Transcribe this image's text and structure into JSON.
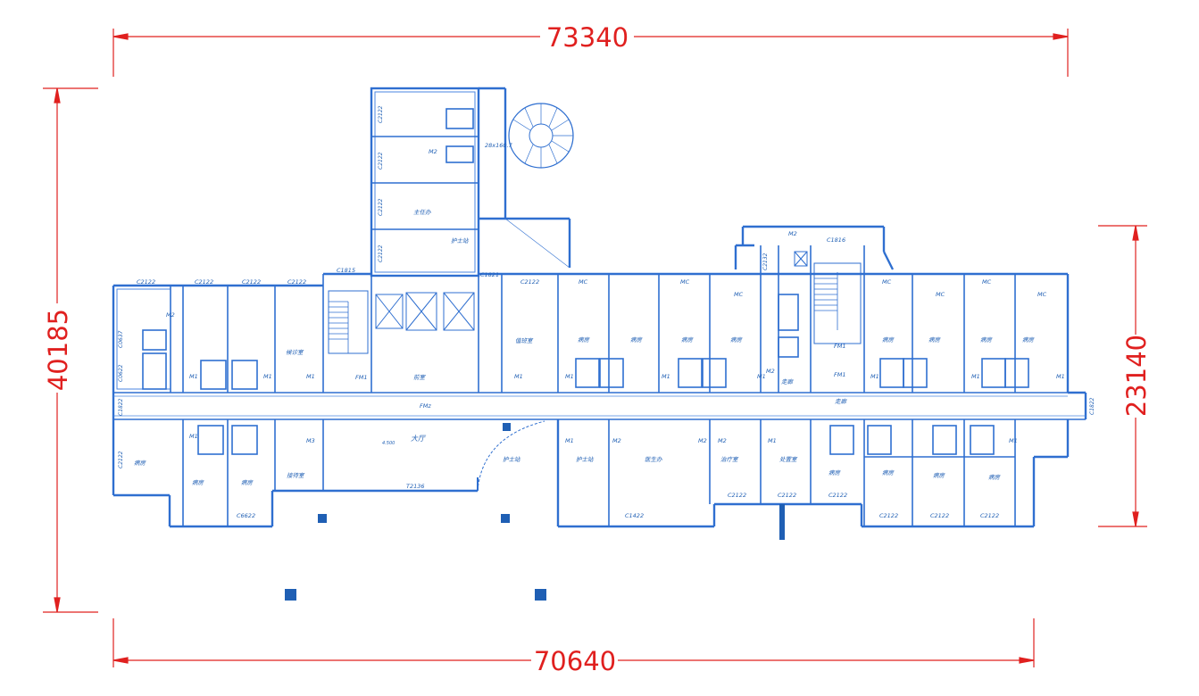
{
  "dimensions": {
    "top_width": "73340",
    "bottom_width": "70640",
    "left_height": "40185",
    "right_height": "23140"
  },
  "colors": {
    "dimension_line": "#e0201f",
    "wall": "#2f6fd0",
    "pillar": "#1f5fb4"
  },
  "labels": {
    "stair_spiral": "28x160.7",
    "window_upper_1": "C2122",
    "window_upper_2": "C2122",
    "window_upper_3": "C2122",
    "window_upper_4": "C2122",
    "window_upper_5": "C1815",
    "window_upper_6": "C2122",
    "window_upper_7": "C1821",
    "window_upper_8": "C2132",
    "window_upper_9": "C1816",
    "window_right": "C1822",
    "window_left_1": "C1822",
    "window_left_2": "C2122",
    "window_left_3": "C0622",
    "window_left_4": "C0637",
    "window_bottom_1": "C6622",
    "window_bottom_2": "C1422",
    "window_bottom_3": "C2122",
    "window_bottom_4": "C2122",
    "window_bottom_5": "C2122",
    "window_bottom_6": "C2122",
    "window_bottom_7": "C2122",
    "window_bottom_8": "C2122",
    "window_north_1": "C2122",
    "window_north_2": "C2122",
    "window_north_3": "C2122",
    "window_north_4": "C2122",
    "door_fm_1": "FM1",
    "door_fm_2": "FM1",
    "door_fm_3": "FM1",
    "door_fmz": "FMz",
    "door_t": "T2136",
    "lobby": "大厅",
    "lobby_elev": "4.500",
    "nurse_station": "护士站",
    "nurse_station_2": "护士站",
    "office": "主任办",
    "doctor_office": "医生办",
    "treatment": "治疗室",
    "disposal": "处置室",
    "duty": "值班室",
    "ward": "病房",
    "reception": "接待室",
    "waiting": "候诊室",
    "hall_north": "前室",
    "corridor_label": "走廊",
    "corridor_label_2": "走廊",
    "m1": "M1",
    "m2": "M2",
    "m3": "M3",
    "mc": "MC"
  }
}
